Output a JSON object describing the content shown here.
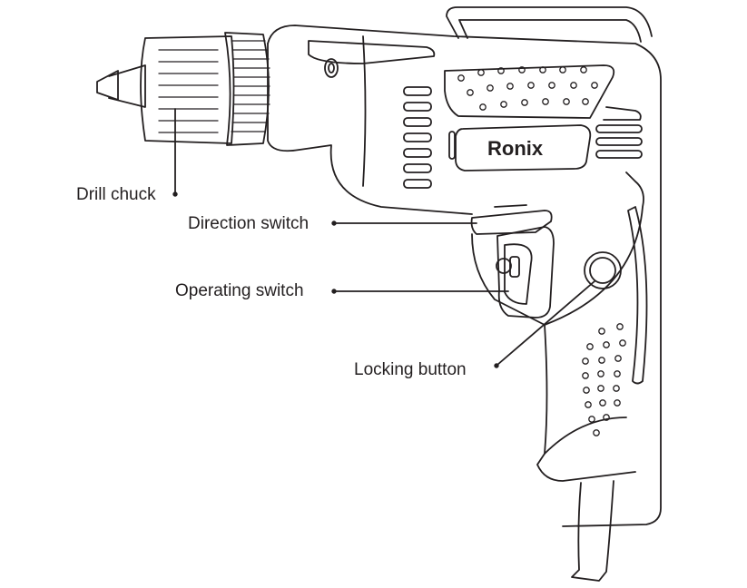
{
  "diagram": {
    "brand_logo": "Ronix",
    "labels": {
      "drill_chuck": "Drill chuck",
      "direction_switch": "Direction switch",
      "operating_switch": "Operating switch",
      "locking_button": "Locking button"
    },
    "colors": {
      "line": "#231f20",
      "background": "#ffffff"
    }
  }
}
